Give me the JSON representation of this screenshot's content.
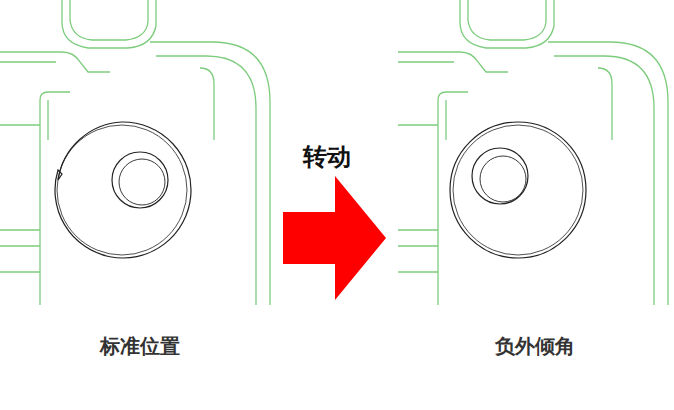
{
  "diagram": {
    "labels": [
      "转动",
      "标准位置",
      "负外倾角"
    ]
  }
}
